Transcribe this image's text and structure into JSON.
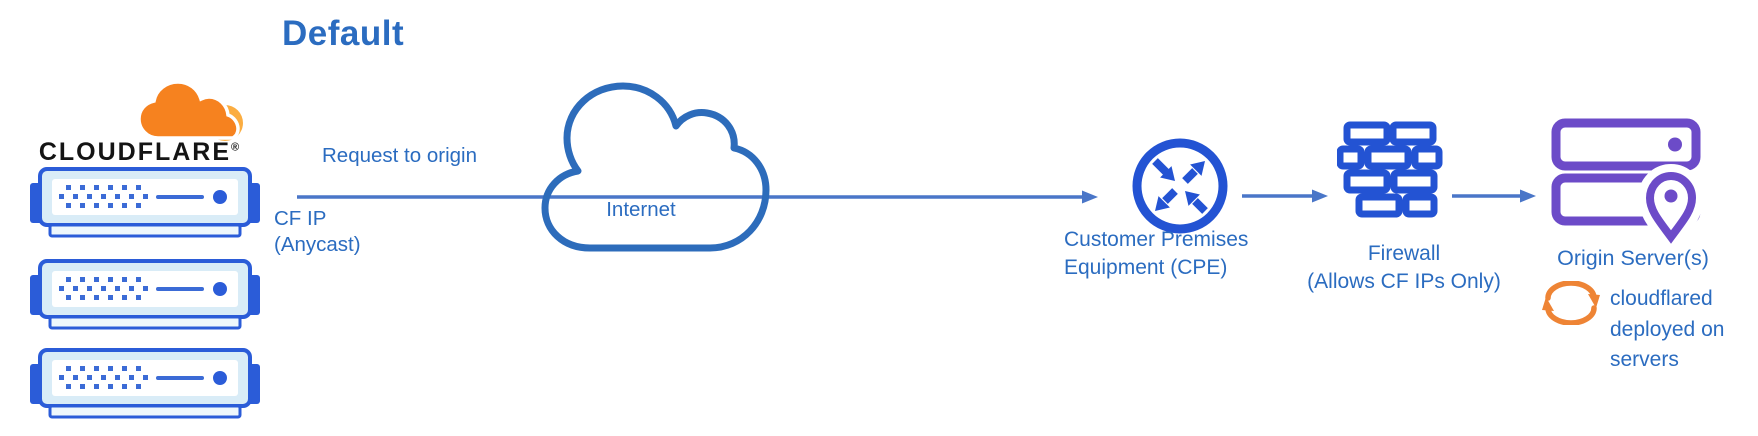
{
  "title": "Default",
  "logo": {
    "wordmark": "CLOUDFLARE",
    "registered": "®"
  },
  "edge": {
    "request_label": "Request to origin",
    "cf_ip_line1": "CF IP",
    "cf_ip_line2": "(Anycast)"
  },
  "internet": {
    "label": "Internet"
  },
  "cpe": {
    "label_line1": "Customer Premises",
    "label_line2": "Equipment (CPE)"
  },
  "firewall": {
    "label_line1": "Firewall",
    "label_line2": "(Allows CF IPs Only)"
  },
  "origin": {
    "label": "Origin Server(s)",
    "note_line1": "cloudflared",
    "note_line2": "deployed on",
    "note_line3": "servers"
  },
  "icons": {
    "cloudflare_logo": "cloudflare-cloud",
    "cf_servers": "server-rack",
    "internet": "cloud-outline",
    "cpe": "router-arrows-circle",
    "firewall": "brick-wall",
    "origin": "server-stack-with-location-pin",
    "cloudflared": "sync-arrows"
  },
  "colors": {
    "text_blue": "#2b6cc0",
    "arrow_blue": "#4a76c8",
    "icon_blue": "#2353d3",
    "server_blue": "#2b5cd8",
    "server_fill": "#d9ecf7",
    "cloud_stroke": "#2d6cbb",
    "origin_purple": "#6c4bc8",
    "cf_orange": "#f6821f",
    "cf_orange_light": "#fbad41",
    "sync_orange": "#ee8435",
    "wordmark_black": "#141414"
  }
}
